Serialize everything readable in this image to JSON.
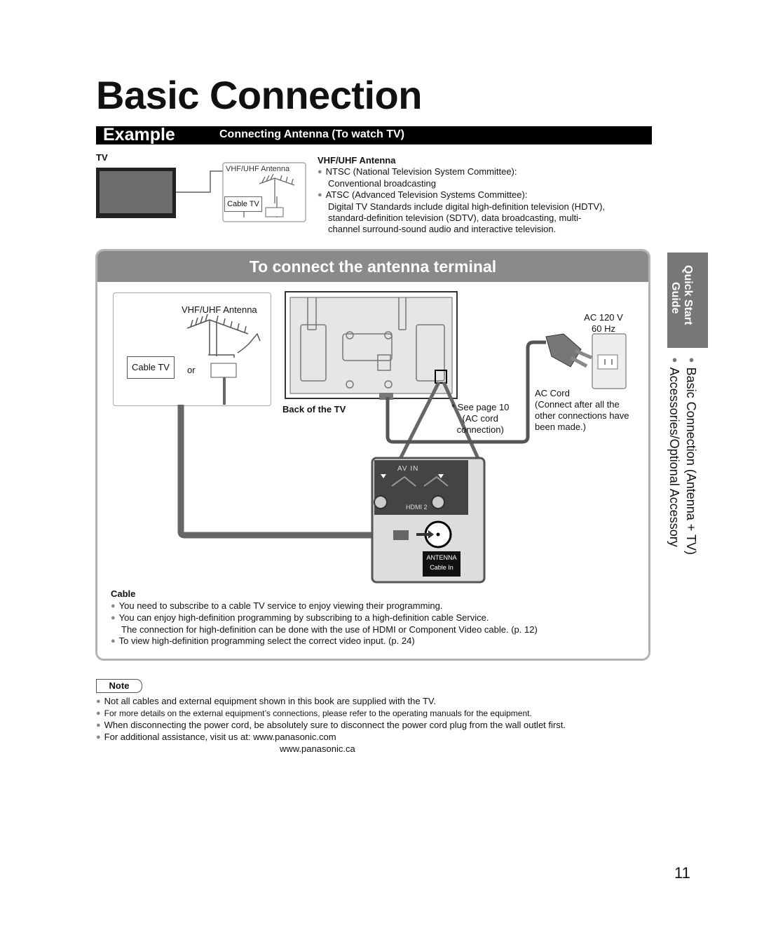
{
  "page": {
    "title": "Basic Connection",
    "page_number": "11"
  },
  "example_bar": {
    "label": "Example",
    "subtitle": "Connecting Antenna (To watch TV)"
  },
  "top_diagram": {
    "tv_label": "TV",
    "antenna_label": "VHF/UHF Antenna",
    "cable_label": "Cable TV"
  },
  "vhf_info": {
    "heading": "VHF/UHF Antenna",
    "items": [
      [
        "NTSC (National Television System Committee):",
        "Conventional broadcasting"
      ],
      [
        "ATSC (Advanced Television Systems Committee):",
        "Digital TV Standards include digital high-definition television (HDTV),",
        "standard-definition television (SDTV), data broadcasting, multi-",
        "channel surround-sound audio and interactive television."
      ]
    ]
  },
  "panel": {
    "heading": "To connect the antenna terminal",
    "antenna_label": "VHF/UHF Antenna",
    "cable_label": "Cable TV",
    "or_label": "or",
    "back_label": "Back of the TV",
    "ac_line1": "AC 120 V",
    "ac_line2": "60 Hz",
    "see_page": [
      "* See page 10",
      "(AC cord",
      "connection)"
    ],
    "ac_cord": [
      "AC Cord",
      "(Connect after all the",
      "other connections have",
      "been made.)"
    ],
    "av_in": "AV IN",
    "hdmi": "HDMI 2",
    "antenna_terminal": [
      "ANTENNA",
      "Cable  In"
    ],
    "cable_heading": "Cable",
    "cable_items": [
      [
        "You need to subscribe to a cable TV service to enjoy viewing their programming."
      ],
      [
        "You can enjoy high-definition programming by subscribing to a high-definition cable Service.",
        "The connection for high-definition can be done with the use of HDMI or Component Video cable. (p. 12)"
      ],
      [
        "To view high-definition programming select the correct video input. (p. 24)"
      ]
    ]
  },
  "side_tab": {
    "tab_line1": "Quick Start",
    "tab_line2": "Guide",
    "item1": "Accessories/Optional Accessory",
    "item2": "Basic Connection (Antenna + TV)"
  },
  "note": {
    "label": "Note",
    "items": [
      "Not all cables and external equipment shown in this book are supplied with the TV.",
      "For more details on the external equipment’s connections, please refer to the operating manuals for the equipment.",
      "When disconnecting the power cord, be absolutely sure to disconnect the power cord plug from the wall outlet first.",
      "For additional assistance, visit us at:  www.panasonic.com"
    ],
    "extra_url": "www.panasonic.ca"
  }
}
